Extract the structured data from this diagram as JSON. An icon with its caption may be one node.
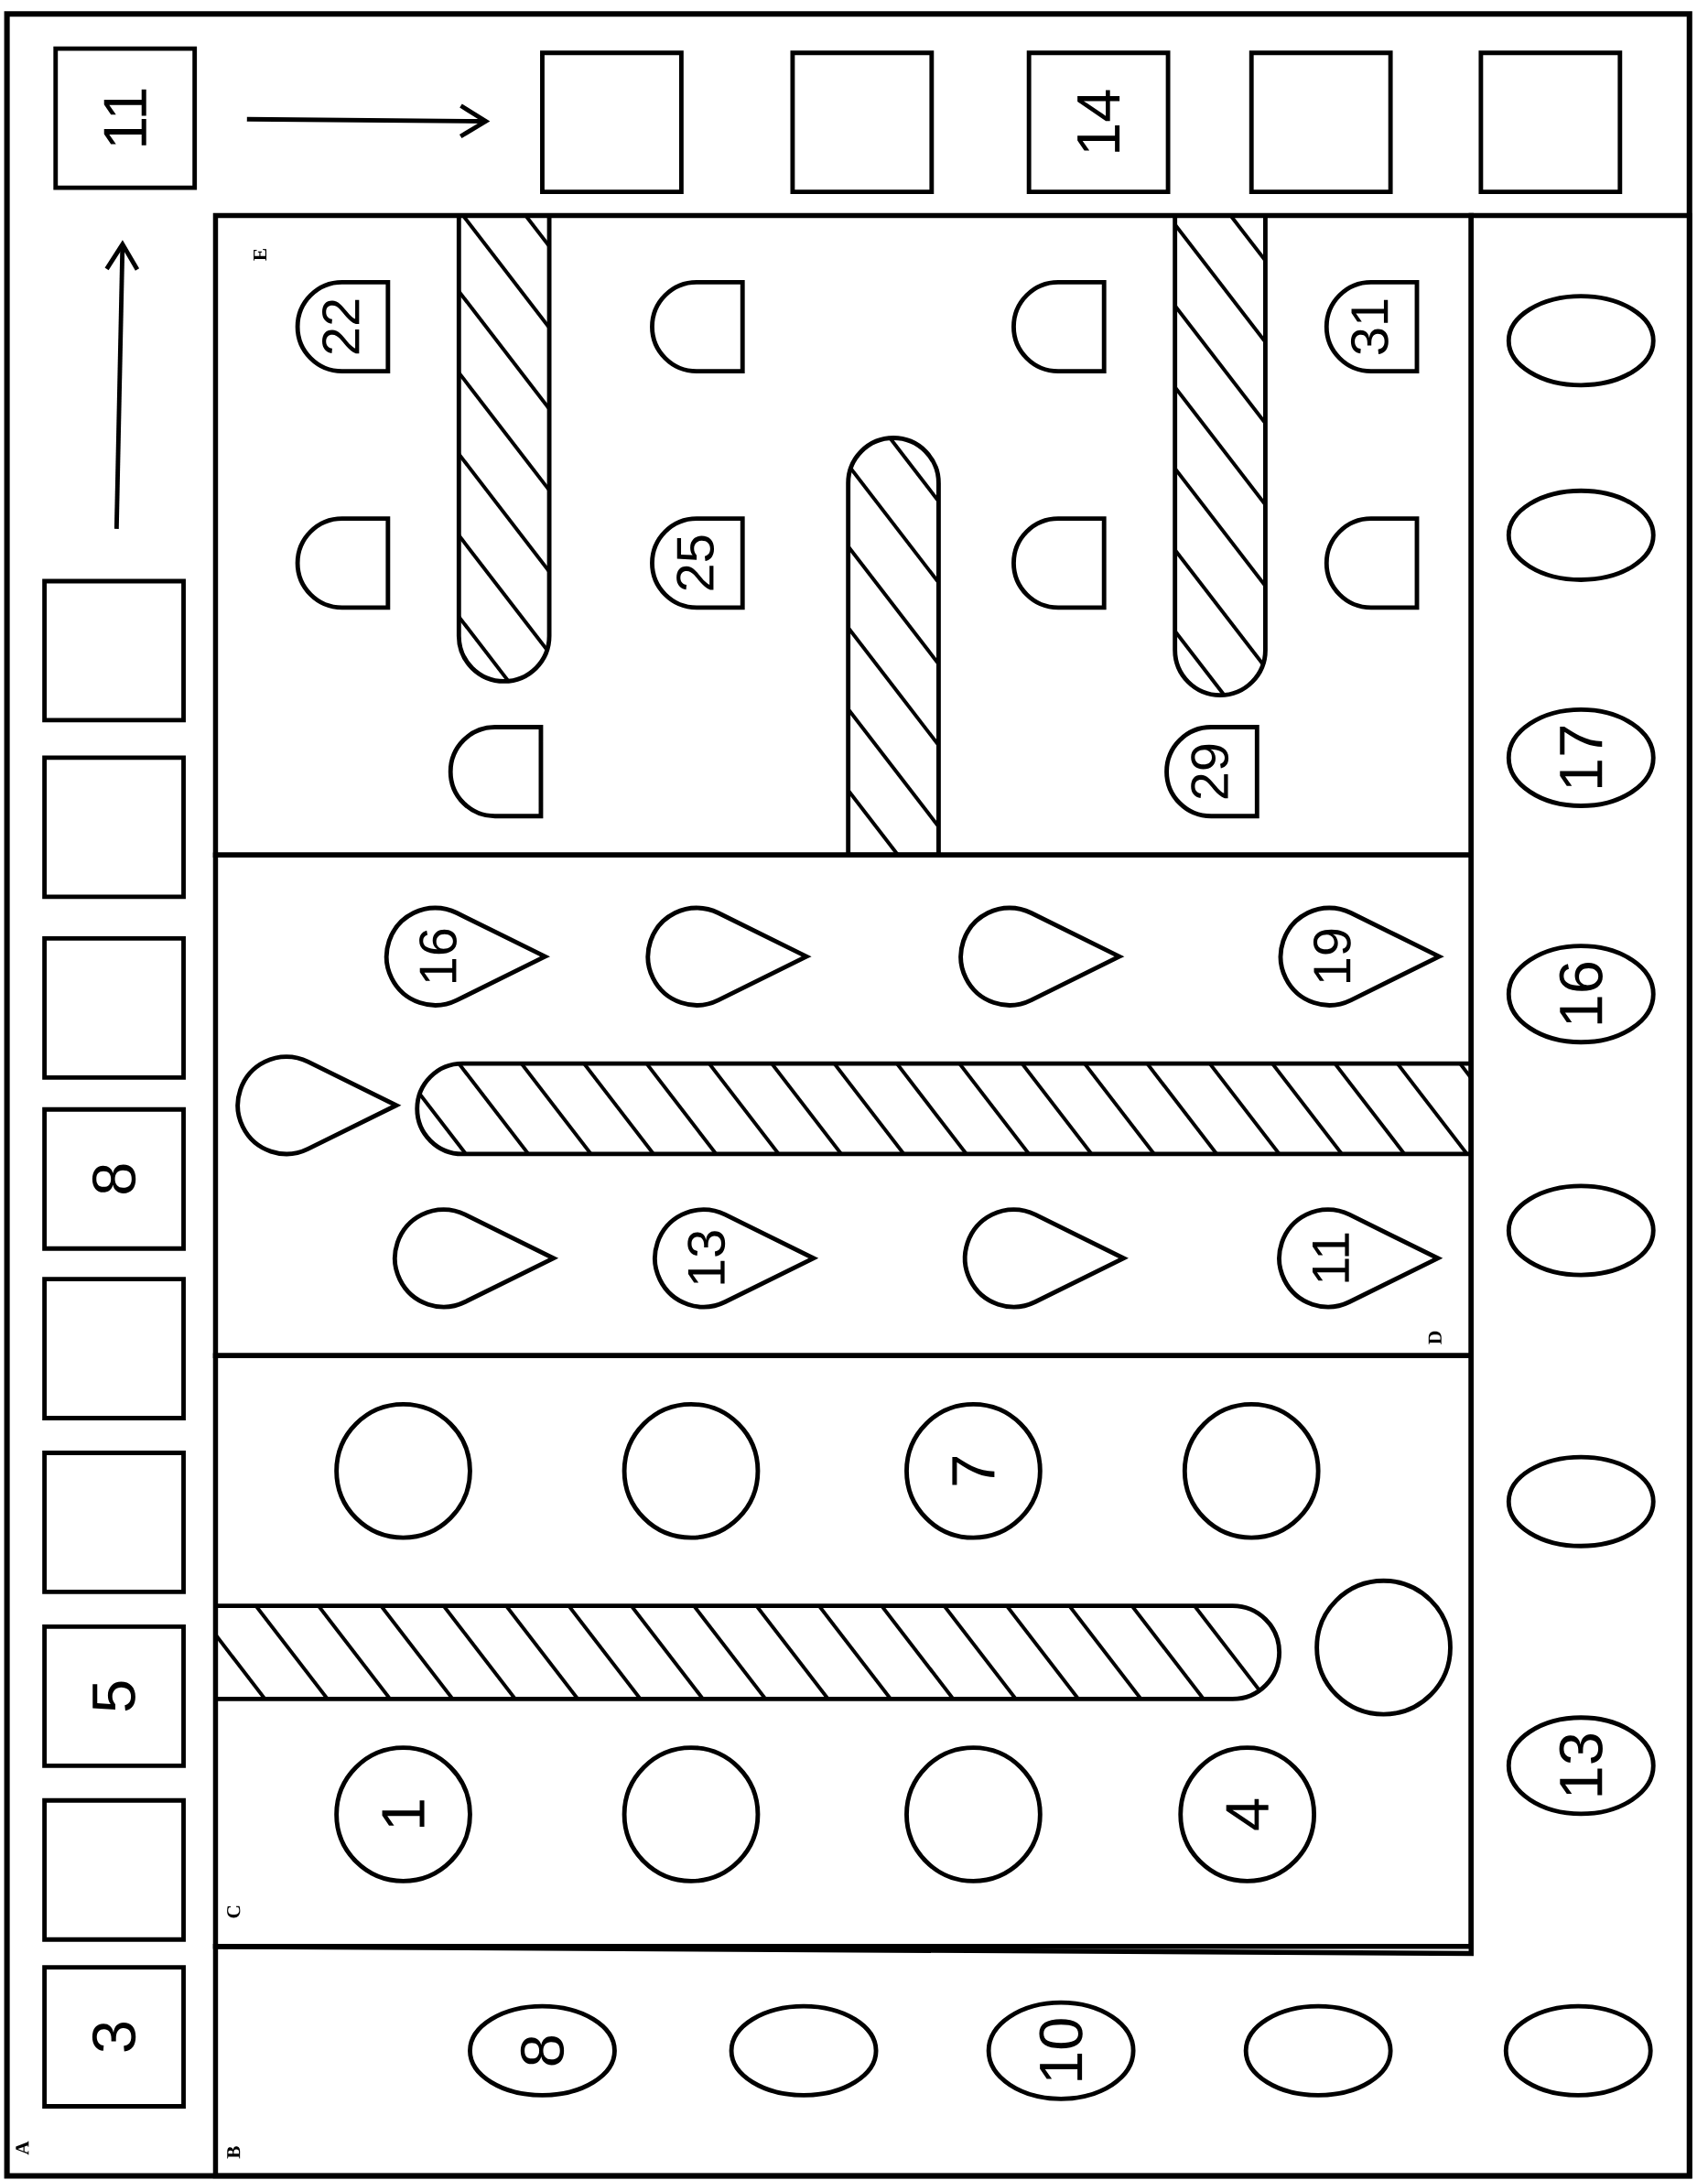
{
  "diagram": {
    "nodes": [
      {
        "text": [
          "A"
        ]
      },
      {
        "text": [
          "B"
        ],
        "in": 0
      },
      {
        "text": [
          "C"
        ],
        "in": 0
      },
      {
        "text": [
          "D"
        ],
        "in": 0
      },
      {
        "text": [
          "E"
        ],
        "in": 0
      },
      {
        "text": [
          "3"
        ],
        "in": 0
      },
      {
        "text": [],
        "shape": "box",
        "in": 0
      },
      {
        "text": [
          "5"
        ],
        "in": 0
      },
      {
        "text": [],
        "shape": "box",
        "in": 0
      },
      {
        "text": [],
        "shape": "box",
        "in": 0
      },
      {
        "text": [
          "8"
        ],
        "in": 0
      },
      {
        "text": [],
        "shape": "box",
        "in": 0
      },
      {
        "text": [],
        "shape": "box",
        "in": 0
      },
      {
        "text": [],
        "shape": "box",
        "in": 0
      },
      {
        "text": [
          "11"
        ],
        "in": 0
      },
      {
        "text": [],
        "shape": "box",
        "in": 0
      },
      {
        "text": [],
        "shape": "box",
        "in": 0
      },
      {
        "text": [
          "14"
        ],
        "in": 0
      },
      {
        "text": [],
        "shape": "box",
        "in": 0
      },
      {
        "text": [],
        "shape": "box",
        "in": 0
      },
      {
        "text": [
          "8"
        ],
        "in": 1
      },
      {
        "text": [],
        "shape": "ellipse",
        "in": 1
      },
      {
        "text": [
          "10"
        ],
        "in": 1
      },
      {
        "text": [],
        "shape": "ellipse",
        "in": 1
      },
      {
        "text": [],
        "shape": "ellipse",
        "in": 1
      },
      {
        "text": [
          "13"
        ],
        "in": 1
      },
      {
        "text": [],
        "shape": "ellipse",
        "in": 1
      },
      {
        "text": [],
        "shape": "ellipse",
        "in": 1
      },
      {
        "text": [
          "16"
        ],
        "in": 1
      },
      {
        "text": [
          "17"
        ],
        "in": 1
      },
      {
        "text": [],
        "shape": "ellipse",
        "in": 1
      },
      {
        "text": [],
        "shape": "ellipse",
        "in": 1
      },
      {
        "text": [
          "1"
        ],
        "in": 2
      },
      {
        "text": [],
        "shape": "circle",
        "in": 2
      },
      {
        "text": [],
        "shape": "circle",
        "in": 2
      },
      {
        "text": [
          "4"
        ],
        "in": 2
      },
      {
        "text": [],
        "shape": "circle",
        "in": 2
      },
      {
        "text": [],
        "shape": "circle",
        "in": 2
      },
      {
        "text": [
          "7"
        ],
        "in": 2
      },
      {
        "text": [],
        "shape": "circle",
        "in": 2
      },
      {
        "text": [],
        "shape": "circle",
        "in": 2
      },
      {
        "text": [
          "11"
        ],
        "in": 3
      },
      {
        "text": [],
        "shape": "teardrop",
        "in": 3
      },
      {
        "text": [
          "13"
        ],
        "in": 3
      },
      {
        "text": [],
        "shape": "teardrop",
        "in": 3
      },
      {
        "text": [],
        "shape": "teardrop",
        "in": 3
      },
      {
        "text": [
          "16"
        ],
        "in": 3
      },
      {
        "text": [],
        "shape": "teardrop",
        "in": 3
      },
      {
        "text": [],
        "shape": "teardrop",
        "in": 3
      },
      {
        "text": [
          "19"
        ],
        "in": 3
      },
      {
        "text": [],
        "shape": "arch",
        "in": 4
      },
      {
        "text": [],
        "shape": "arch",
        "in": 4
      },
      {
        "text": [
          "22"
        ],
        "in": 4
      },
      {
        "text": [],
        "shape": "arch",
        "in": 4
      },
      {
        "text": [
          "25"
        ],
        "in": 4
      },
      {
        "text": [],
        "shape": "arch",
        "in": 4
      },
      {
        "text": [],
        "shape": "arch",
        "in": 4
      },
      {
        "text": [
          "29"
        ],
        "in": 4
      },
      {
        "text": [],
        "shape": "arch",
        "in": 4
      },
      {
        "text": [
          "31"
        ],
        "in": 4
      }
    ],
    "edges": [
      {
        "from": 13,
        "to": 14,
        "arrow": "to"
      },
      {
        "from": 14,
        "to": 15,
        "arrow": "to"
      }
    ]
  }
}
